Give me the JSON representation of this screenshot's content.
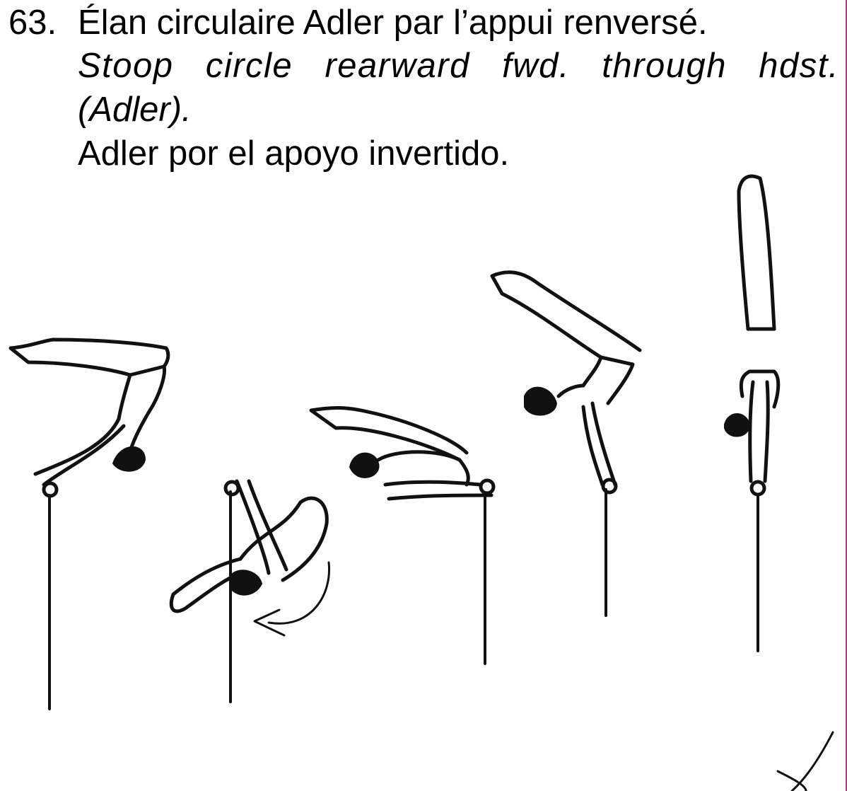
{
  "entry": {
    "number": "63.",
    "title_fr": "Élan circulaire Adler par l’appui renversé.",
    "title_en_line1": "Stoop circle rearward fwd. through hdst.",
    "title_en_line2": "(Adler).",
    "title_es": "Adler por el apoyo invertido."
  },
  "illustration": {
    "figure_count": 5,
    "accent_edge_color": "#b03a8a",
    "ink_color": "#111111"
  }
}
